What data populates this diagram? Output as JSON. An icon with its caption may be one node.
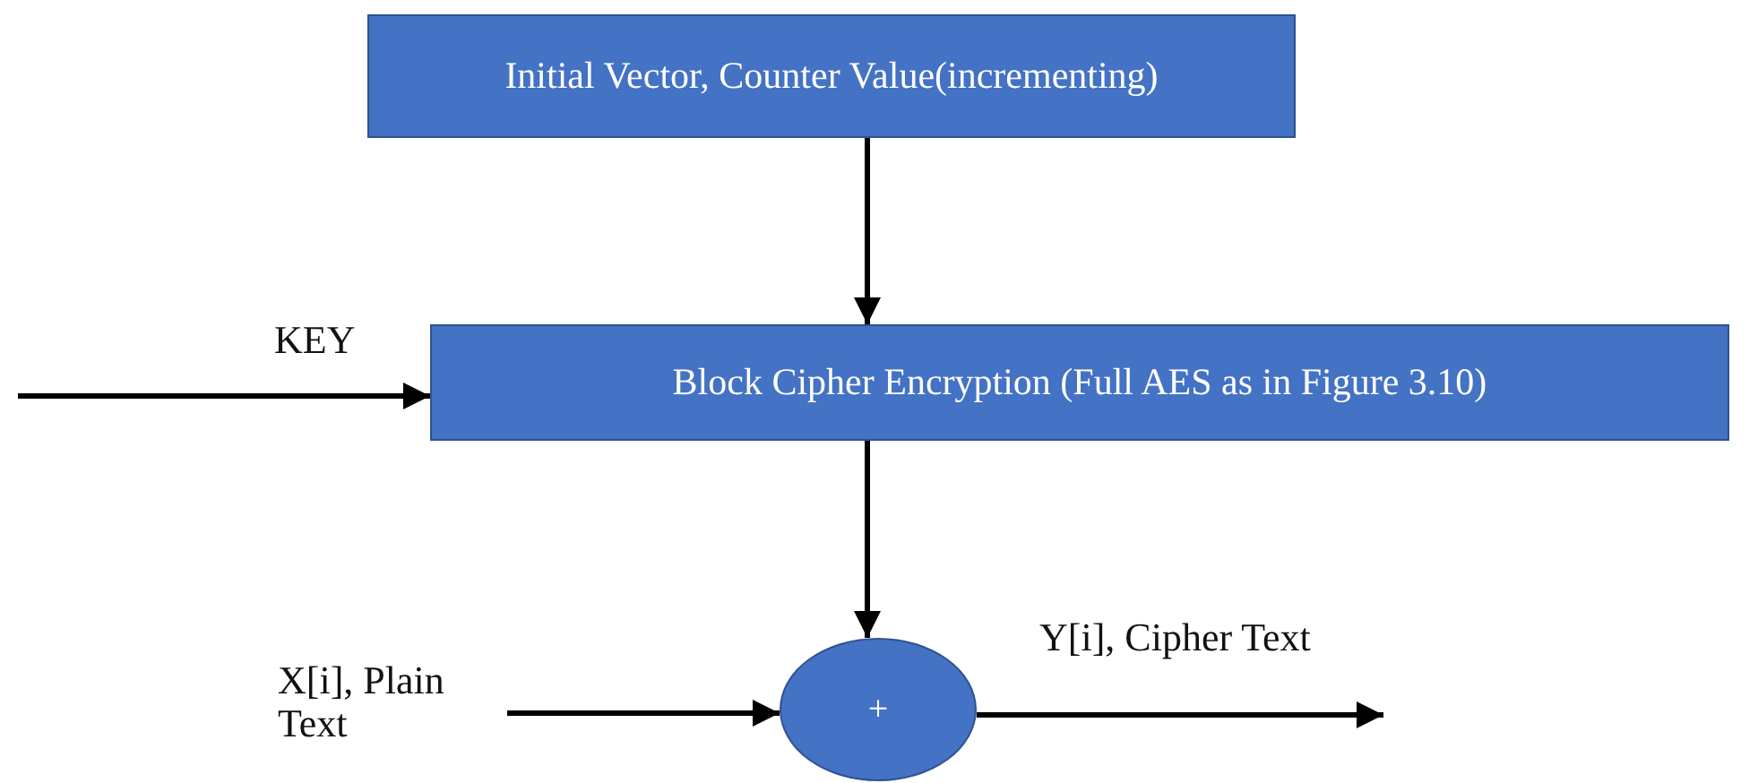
{
  "diagram": {
    "nodes": [
      {
        "text": [
          "Initial Vector, Counter Value(incrementing)"
        ]
      },
      {
        "text": [
          "Block Cipher Encryption (Full AES as in Figure 3.10)"
        ]
      },
      {
        "text": [
          "+"
        ]
      },
      {
        "text": [
          "X[i], Plain Text"
        ]
      }
    ],
    "edges": [
      {
        "from": 0,
        "to": 1,
        "arrow": "to"
      },
      {
        "from": null,
        "to": 1,
        "arrow": "to",
        "label": "KEY"
      },
      {
        "from": 1,
        "to": 2,
        "arrow": "to"
      },
      {
        "from": 3,
        "to": 2,
        "arrow": "to"
      },
      {
        "from": 2,
        "to": null,
        "arrow": "to",
        "label": "Y[i], Cipher Text"
      }
    ]
  }
}
